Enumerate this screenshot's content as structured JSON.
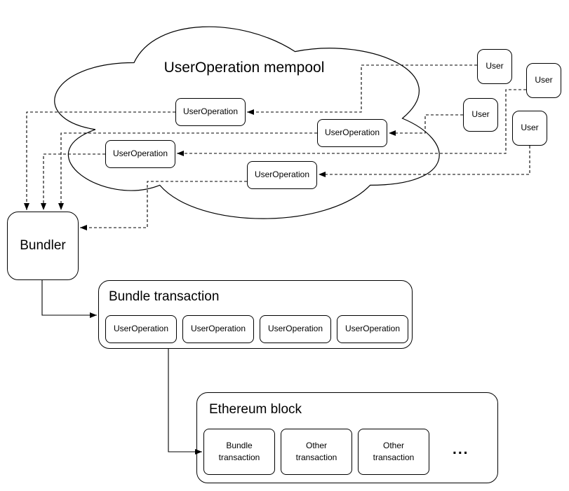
{
  "mempool": {
    "title": "UserOperation mempool",
    "operations": [
      "UserOperation",
      "UserOperation",
      "UserOperation",
      "UserOperation"
    ]
  },
  "users": [
    "User",
    "User",
    "User",
    "User"
  ],
  "bundler": {
    "label": "Bundler"
  },
  "bundle_transaction": {
    "title": "Bundle transaction",
    "operations": [
      "UserOperation",
      "UserOperation",
      "UserOperation",
      "UserOperation"
    ]
  },
  "ethereum_block": {
    "title": "Ethereum block",
    "transactions": [
      "Bundle transaction",
      "Other transaction",
      "Other transaction"
    ],
    "ellipsis": "..."
  },
  "colors": {
    "stroke": "#000000",
    "background": "#ffffff"
  }
}
